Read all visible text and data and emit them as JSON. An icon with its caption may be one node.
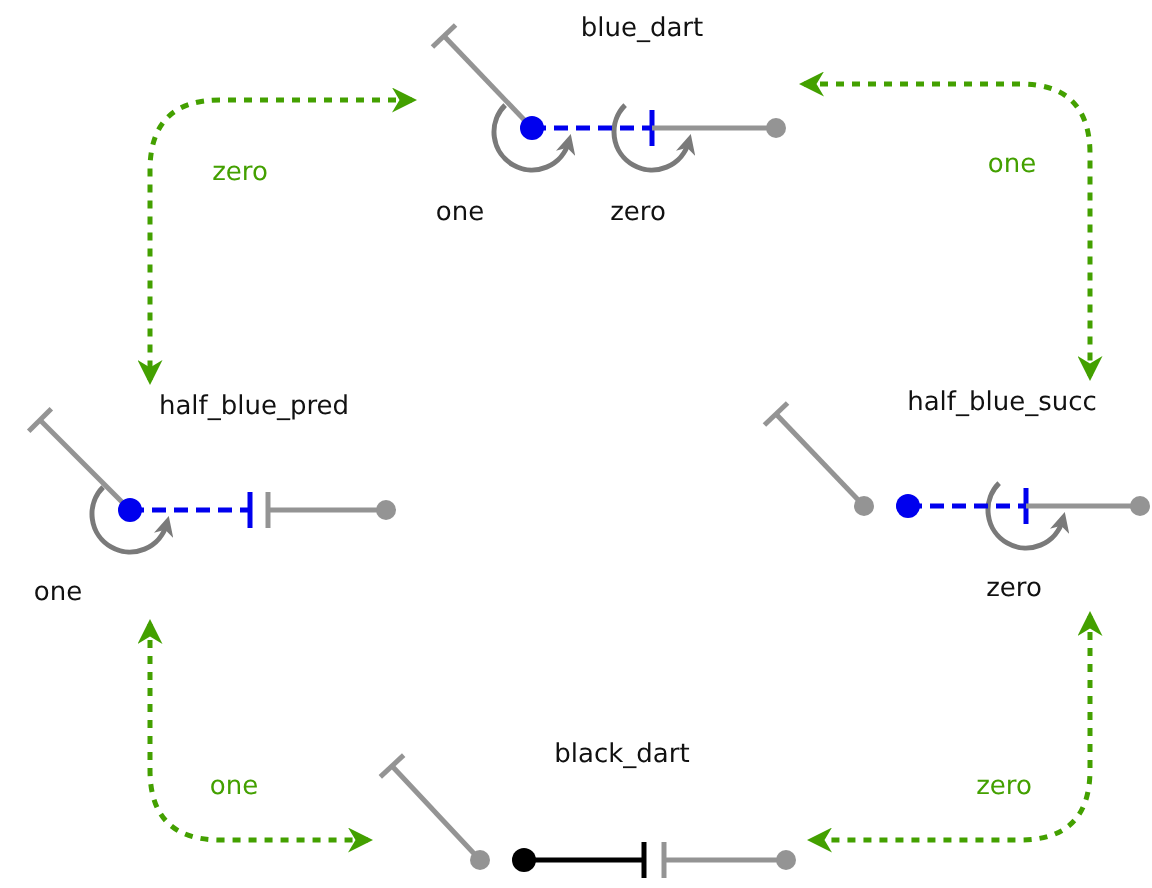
{
  "diagram": {
    "nodes": [
      {
        "text": [
          "blue_dart",
          "one",
          "zero"
        ]
      },
      {
        "text": [
          "half_blue_pred",
          "one"
        ]
      },
      {
        "text": [
          "half_blue_succ",
          "zero"
        ]
      },
      {
        "text": [
          "black_dart"
        ]
      }
    ],
    "edges": [
      {
        "from": 0,
        "to": 1,
        "arrow": "both",
        "label": "zero",
        "style": "dashed"
      },
      {
        "from": 0,
        "to": 2,
        "arrow": "both",
        "label": "one",
        "style": "dashed"
      },
      {
        "from": 1,
        "to": 3,
        "arrow": "both",
        "label": "one",
        "style": "dashed"
      },
      {
        "from": 2,
        "to": 3,
        "arrow": "both",
        "label": "zero",
        "style": "dashed"
      }
    ]
  }
}
